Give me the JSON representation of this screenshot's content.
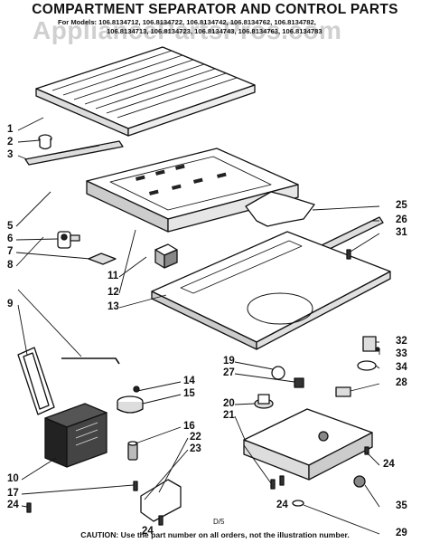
{
  "diagram": {
    "title": "COMPARTMENT SEPARATOR AND CONTROL PARTS",
    "models_line1": "For Models: 106.8134712, 106.8134722, 106.8134742, 106.8134762, 106.8134782,",
    "models_line2": "106.8134713, 106.8134723, 106.8134743, 106.8134763, 106.8134783",
    "watermark": "AppliancePartsPros.com",
    "page_ref": "D/5",
    "caution": "CAUTION: Use the part number on all orders, not the illustration number."
  },
  "callouts": [
    "1",
    "2",
    "3",
    "5",
    "6",
    "7",
    "8",
    "9",
    "10",
    "11",
    "12",
    "13",
    "14",
    "15",
    "16",
    "17",
    "19",
    "20",
    "21",
    "22",
    "23",
    "24",
    "24",
    "24",
    "24",
    "25",
    "26",
    "27",
    "28",
    "29",
    "31",
    "32",
    "33",
    "34",
    "35"
  ],
  "colors": {
    "ink": "#111111",
    "watermark": "#969696"
  }
}
